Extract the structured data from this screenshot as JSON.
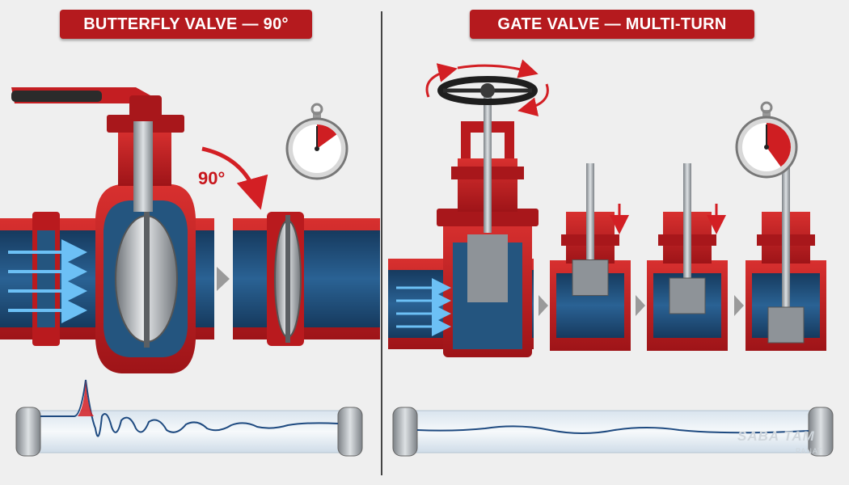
{
  "left_panel": {
    "title": "BUTTERFLY VALVE — 90°",
    "rotation_label": "90°",
    "stopwatch_fraction": 0.15
  },
  "right_panel": {
    "title": "GATE VALVE — MULTI-TURN",
    "stopwatch_fraction": 0.4
  },
  "watermark": {
    "text": "SABA TAM",
    "subtext": "PANAT"
  },
  "colors": {
    "valve_red": "#c41e22",
    "badge_red": "#b51a1e",
    "water_blue": "#1f4e7d",
    "flow_arrow": "#62b7f1",
    "steel": "#a6abb0",
    "background": "#efefef"
  },
  "icons": [
    "lever-handle-icon",
    "handwheel-icon",
    "stopwatch-icon",
    "rotation-arrow-icon",
    "down-arrow-icon",
    "flow-arrow-icon",
    "chevron-right-icon"
  ]
}
